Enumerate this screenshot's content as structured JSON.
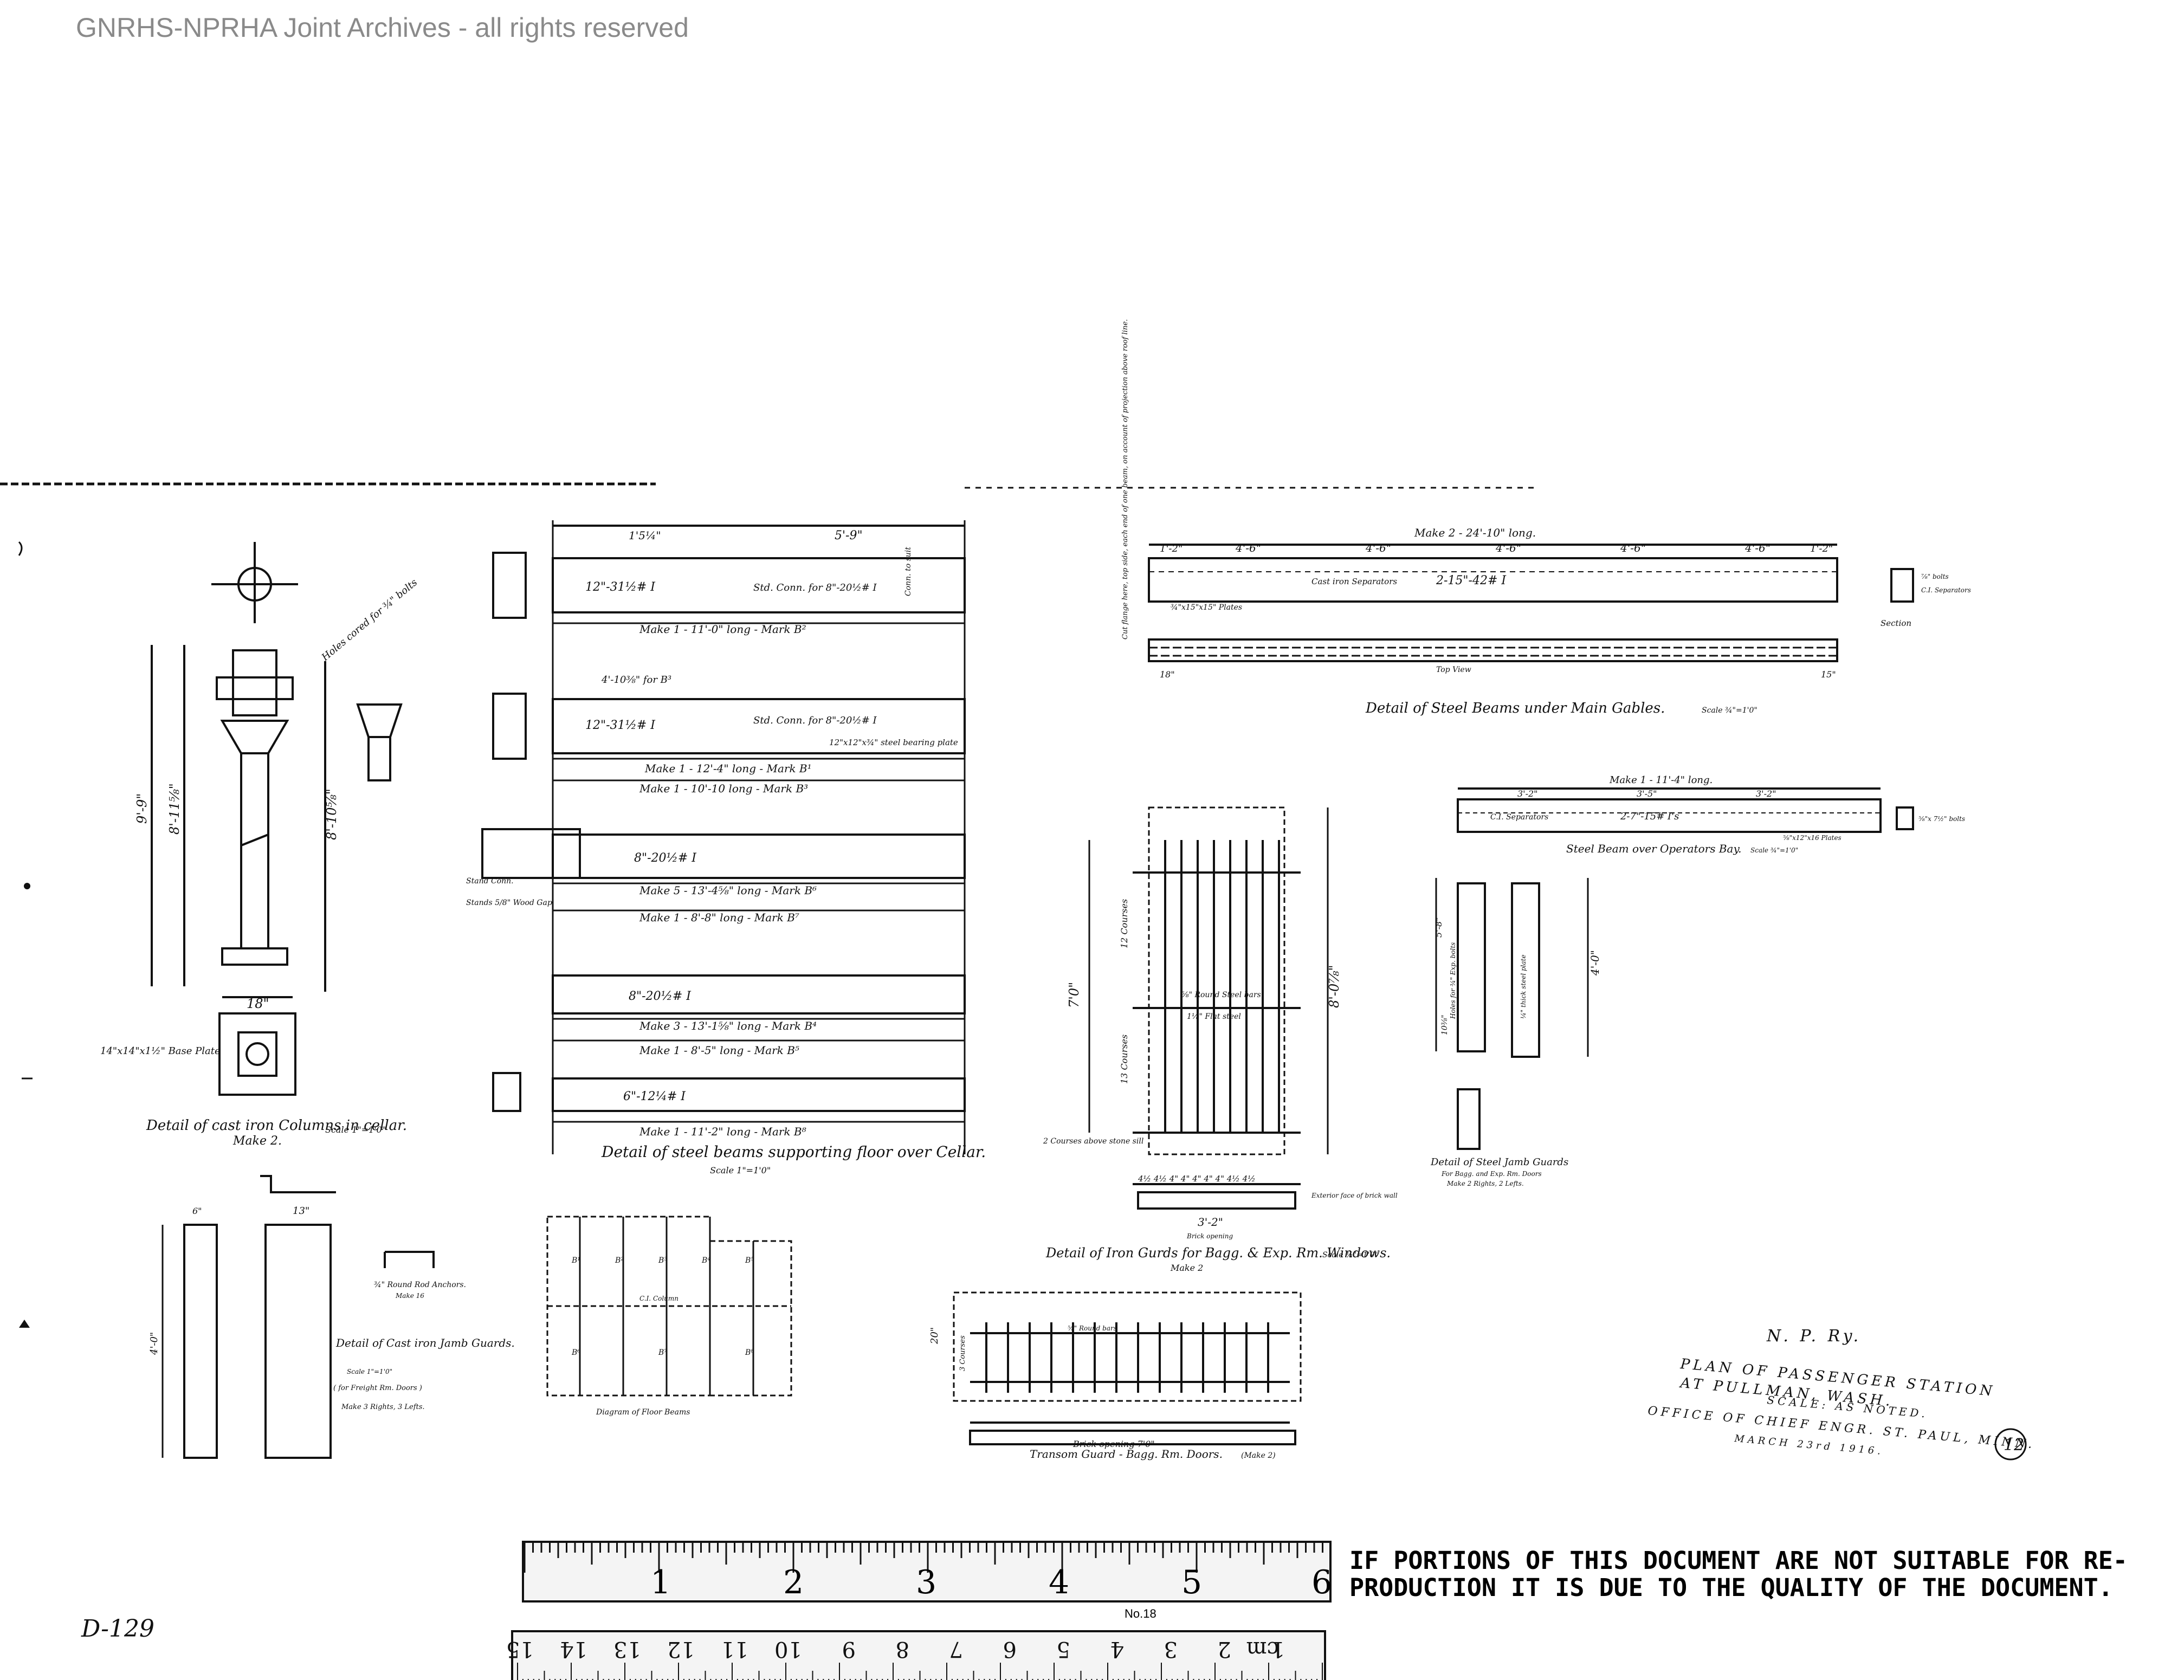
{
  "watermark": "GNRHS-NPRHA Joint Archives - all rights reserved",
  "sheet_id": "D-129",
  "drawings": {
    "columns": {
      "title": "Detail of cast iron Columns in cellar.",
      "make": "Make 2.",
      "scale": "Scale 1\"=1'0\"",
      "width_dim": "18\"",
      "base_plate": "14\"x14\"x1½\" Base Plate",
      "holes_note": "Holes cored for ¾\" bolts",
      "heights": [
        "9'-9\"",
        "8'-11⅝\"",
        "8'-10⅝\""
      ]
    },
    "floor_beams": {
      "title": "Detail of steel beams supporting floor over Cellar.",
      "scale": "Scale 1\"=1'0\"",
      "top_dims": [
        "1'5¼\"",
        "5'-9\""
      ],
      "beam1": {
        "section": "12\"-31½# I",
        "conn": "Std. Conn. for 8\"-20½# I",
        "note": "Conn. to suit",
        "make": "Make 1 - 11'-0\" long - Mark B²"
      },
      "beam2": {
        "section": "12\"-31½# I",
        "conn": "Std. Conn. for 8\"-20½# I",
        "plate": "12\"x12\"x¾\" steel bearing plate",
        "make1": "Make 1 - 12'-4\" long - Mark B¹",
        "make2": "Make 1 - 10'-10 long - Mark B³",
        "dims": "4'-10⅜\" for B³"
      },
      "beam3": {
        "section": "8\"-20½# I",
        "make1": "Make 5 - 13'-4⅝\" long - Mark B⁶",
        "make2": "Make 1 - 8'-8\" long - Mark B⁷",
        "notes": [
          "Stand Conn.",
          "Stands 5/8\" Wood Gap"
        ]
      },
      "beam4": {
        "section": "8\"-20½# I",
        "make1": "Make 3 - 13'-1⅝\" long - Mark B⁴",
        "make2": "Make 1 - 8'-5\" long - Mark B⁵"
      },
      "beam5": {
        "section": "6\"-12¼# I",
        "make": "Make 1 - 11'-2\" long - Mark B⁸"
      }
    },
    "main_gables": {
      "title": "Detail of Steel Beams under Main Gables.",
      "scale": "Scale ¾\"=1'0\"",
      "make": "Make 2 - 24'-10\" long.",
      "spacing": [
        "1'-2\"",
        "4'-6\"",
        "4'-6\"",
        "4'-6\"",
        "4'-6\"",
        "4'-6\"",
        "1'-2\""
      ],
      "section_label": "2-15\"-42# I",
      "separators": "Cast iron Separators",
      "plates": "¾\"x15\"x15\" Plates",
      "top_view": "Top View",
      "side_note": "Cut flange here, top side, each end of one beam, on account of projection above roof line.",
      "section_note": "Section",
      "bolts": "⅞\" bolts",
      "ci_sep": "C.I. Separators",
      "ends": [
        "18\"",
        "15\""
      ]
    },
    "operators_bay": {
      "title": "Steel Beam over Operators Bay.",
      "scale": "Scale ¾\"=1'0\"",
      "make": "Make 1 - 11'-4\" long.",
      "spacing": [
        "3'-2\"",
        "3'-5\"",
        "3'-2\""
      ],
      "section_label": "2-7\"-15# I's",
      "separators": "C.I. Separators",
      "plates": "⅝\"x12\"x16 Plates",
      "bolts": "⅝\"x 7½\" bolts"
    },
    "iron_guards": {
      "title": "Detail of Iron Gurds for Bagg. & Exp. Rm. Windows.",
      "scale": "Scale ¾\"=1'0\"",
      "make": "Make 2",
      "heights": [
        "7'0\"",
        "8'-0⅞\""
      ],
      "courses": [
        "12 Courses",
        "13 Courses"
      ],
      "bars": "⅝\" Round Steel bars",
      "angle": "1⅛\" Flat steel",
      "courses_note": "2 Courses above stone sill",
      "spacing": "4½ 4½ 4\" 4\" 4\" 4\" 4\" 4½ 4½",
      "opening": "3'-2\"",
      "opening_label": "Brick opening",
      "ext_face": "Exterior face of brick wall"
    },
    "steel_jamb": {
      "title": "Detail of Steel Jamb Guards",
      "sub1": "For Bagg. and Exp. Rm. Doors",
      "sub2": "Make 2 Rights, 2 Lefts.",
      "dims": [
        "4'-0\"",
        "5'-8\"",
        "10⅜\""
      ],
      "note": "Holes for ¾\" Exp. bolts",
      "plate": "¼\" thick steel plate"
    },
    "cast_jamb": {
      "title": "Detail of Cast iron Jamb Guards.",
      "scale": "Scale 1\"=1'0\"",
      "sub": "( for Freight Rm. Doors )",
      "make": "Make 3 Rights, 3 Lefts.",
      "dims": [
        "6\"",
        "13\"",
        "4'-0\""
      ],
      "anchors": "¾\" Round Rod Anchors.",
      "anchors_make": "Make 16"
    },
    "floor_diagram": {
      "title": "Diagram of Floor Beams",
      "marks": [
        "B¹",
        "B²",
        "B³",
        "B⁴",
        "B⁵",
        "B⁶",
        "B⁷",
        "B⁸"
      ],
      "col": "C.I. Column"
    },
    "transom": {
      "title": "Transom Guard - Bagg. Rm. Doors.",
      "make": "(Make 2)",
      "opening": "Brick opening 7'0\"",
      "height": "20\"",
      "courses": "3 Courses",
      "bars": "⅝\" Round bars"
    }
  },
  "title_block": {
    "line1": "N. P. Ry.",
    "line2": "PLAN OF PASSENGER STATION",
    "line3": "AT PULLMAN, WASH.",
    "line4": "SCALE: AS NOTED.",
    "line5": "OFFICE OF CHIEF ENGR. ST. PAUL, MINN.",
    "line6": "MARCH 23rd 1916.",
    "sheet_no": "12"
  },
  "ruler": {
    "inch_labels": [
      "1",
      "2",
      "3",
      "4",
      "5",
      "6"
    ],
    "cm_labels": [
      "1",
      "2",
      "3",
      "4",
      "5",
      "6",
      "7",
      "8",
      "9",
      "10",
      "11",
      "12",
      "13",
      "14",
      "15"
    ],
    "cm_unit": "cm",
    "maker": "No.18"
  },
  "notice": {
    "line1": "IF PORTIONS OF THIS DOCUMENT ARE NOT SUITABLE FOR RE-",
    "line2": "PRODUCTION IT IS DUE TO THE QUALITY OF THE DOCUMENT."
  }
}
